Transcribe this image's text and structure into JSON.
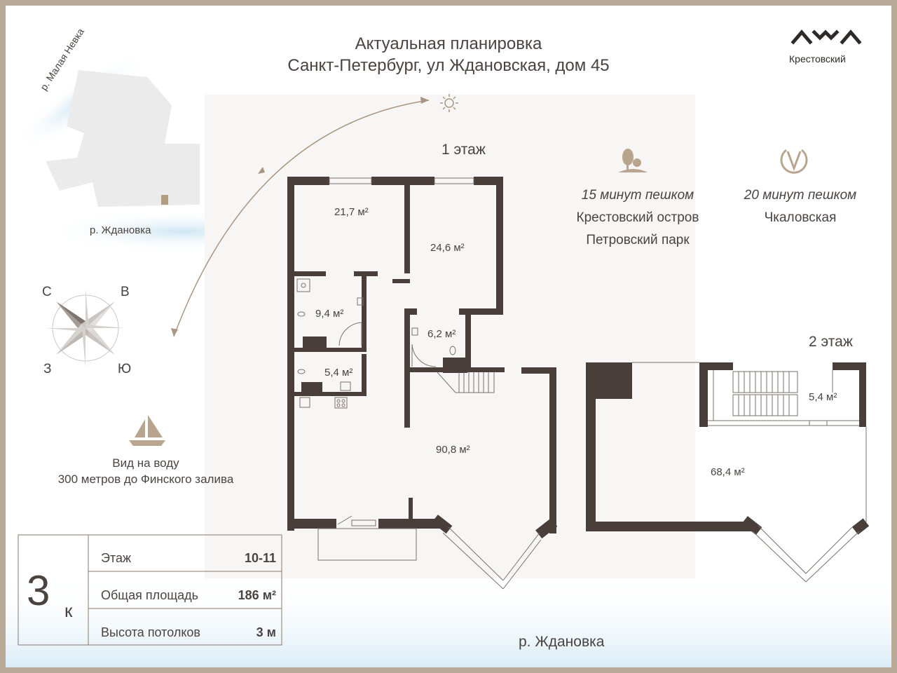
{
  "header": {
    "title": "Актуальная планировка",
    "address": "Санкт-Петербург, ул Ждановская, дом 45"
  },
  "logo": {
    "name": "Крестовский",
    "icon": "krestovsky-logo-icon"
  },
  "map": {
    "river_nevka": "р. Малая Невка",
    "river_zhdanovka": "р. Ждановка"
  },
  "compass": {
    "n": "С",
    "e": "В",
    "w": "З",
    "s": "Ю"
  },
  "features": {
    "water": {
      "line1": "Вид на воду",
      "line2": "300 метров до Финского залива",
      "icon": "sailboat-icon"
    },
    "park": {
      "time": "15 минут пешком",
      "place1": "Крестовский остров",
      "place2": "Петровский парк",
      "icon": "park-tree-icon"
    },
    "metro": {
      "time": "20 минут пешком",
      "station": "Чкаловская",
      "icon": "metro-icon"
    }
  },
  "floors": [
    {
      "label": "1 этаж",
      "rooms": [
        "21,7 м²",
        "24,6 м²",
        "9,4 м²",
        "6,2 м²",
        "5,4 м²",
        "90,8 м²"
      ]
    },
    {
      "label": "2 этаж",
      "rooms": [
        "5,4 м²",
        "68,4 м²"
      ]
    }
  ],
  "river_bottom": "р. Ждановка",
  "info": {
    "rooms_number": "3",
    "rooms_suffix": "к",
    "rows": [
      {
        "label": "Этаж",
        "value": "10-11"
      },
      {
        "label": "Общая площадь",
        "value": "186 м²"
      },
      {
        "label": "Высота потолков",
        "value": "3 м"
      }
    ]
  },
  "colors": {
    "wall": "#4a3e3a",
    "accent": "#b9a48d",
    "frame": "#b9a997",
    "text": "#4a4340"
  }
}
